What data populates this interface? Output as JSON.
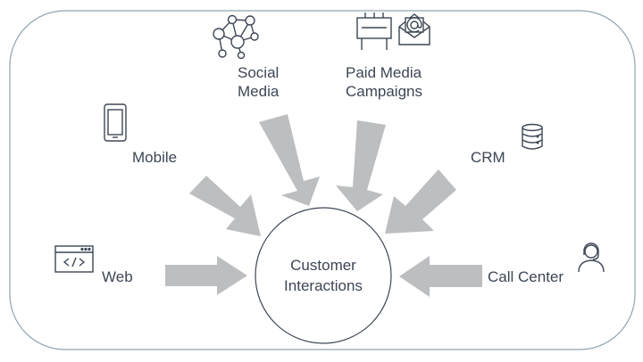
{
  "diagram": {
    "center": {
      "line1": "Customer",
      "line2": "Interactions"
    },
    "sources": {
      "social": {
        "line1": "Social",
        "line2": "Media",
        "icon": "social-network-icon"
      },
      "paid": {
        "line1": "Paid Media",
        "line2": "Campaigns",
        "icon": "billboard-email-icon"
      },
      "mobile": {
        "label": "Mobile",
        "icon": "mobile-phone-icon"
      },
      "crm": {
        "label": "CRM",
        "icon": "database-icon"
      },
      "web": {
        "label": "Web",
        "icon": "code-window-icon"
      },
      "callcenter": {
        "label": "Call Center",
        "icon": "headset-agent-icon"
      }
    },
    "colors": {
      "frame": "#8fa3b0",
      "arrow": "#bcbec0",
      "text": "#3d4655",
      "icon": "#3d4655"
    }
  }
}
